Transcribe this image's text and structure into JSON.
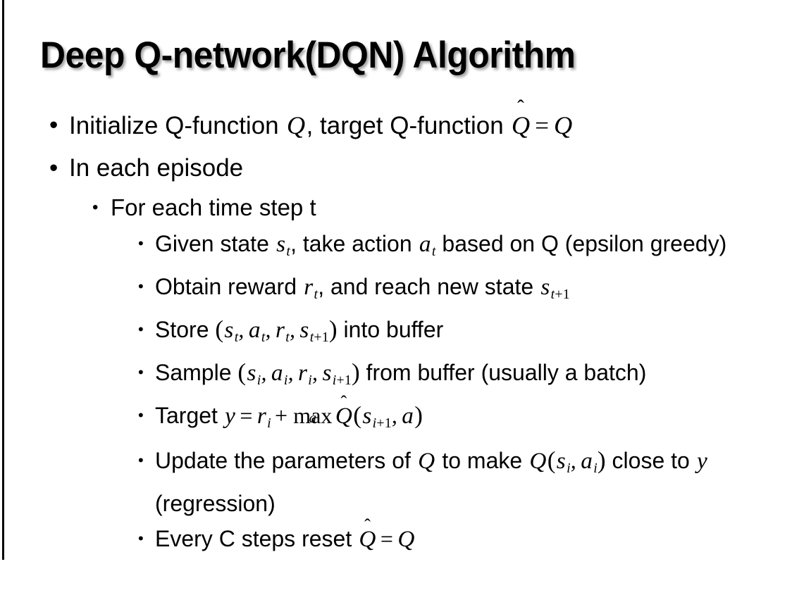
{
  "slide": {
    "title": "Deep Q-network(DQN) Algorithm",
    "background_color": "#ffffff",
    "text_color": "#000000",
    "accent_rule_color": "#000000",
    "bullet_glyph": "•"
  },
  "content": {
    "l1_initialize": {
      "pre": "Initialize Q-function ",
      "var_q1": "Q",
      "mid": ", target Q-function ",
      "hat_glyph": "̂",
      "var_qhat": "Q",
      "equals": "=",
      "var_q2": "Q"
    },
    "l1_episode": "In each episode",
    "l2_timestep": "For each time step t",
    "l3_given": {
      "pre": "Given state ",
      "var_s": "s",
      "sub_s": "t",
      "mid": ", take action ",
      "var_a": "a",
      "sub_a": "t",
      "post": " based on Q (epsilon greedy)"
    },
    "l3_obtain": {
      "pre": "Obtain reward ",
      "var_r": "r",
      "sub_r": "t",
      "mid": ", and reach new state ",
      "var_s": "s",
      "sub_s_i": "t",
      "sub_s_plus": "+1"
    },
    "l3_store": {
      "pre": "Store ",
      "open": "(",
      "var_s": "s",
      "sub_s": "t",
      "var_a": "a",
      "sub_a": "t",
      "var_r": "r",
      "sub_r": "t",
      "var_s2": "s",
      "sub_s2_i": "t",
      "sub_s2_plus": "+1",
      "close": ")",
      "post": " into buffer"
    },
    "l3_sample": {
      "pre": "Sample ",
      "open": "(",
      "var_s": "s",
      "sub_s": "i",
      "var_a": "a",
      "sub_a": "i",
      "var_r": "r",
      "sub_r": "i",
      "var_s2": "s",
      "sub_s2_i": "i",
      "sub_s2_plus": "+1",
      "close": ")",
      "post": " from buffer (usually a batch)"
    },
    "l3_target": {
      "pre": "Target ",
      "var_y": "y",
      "equals": "=",
      "var_r": "r",
      "sub_r": "i",
      "plus": "+",
      "op_max": "max",
      "op_limit": "a",
      "hat_glyph": "̂",
      "var_qhat": "Q",
      "open": "(",
      "var_s": "s",
      "sub_s_i": "i",
      "sub_s_plus": "+1",
      "comma": ",",
      "var_a": "a",
      "close": ")"
    },
    "l3_update": {
      "pre": "Update the parameters of ",
      "var_q1": "Q",
      "mid": " to make ",
      "var_q2": "Q",
      "open": "(",
      "var_s": "s",
      "sub_s": "i",
      "comma": ",",
      "var_a": "a",
      "sub_a": "i",
      "close": ")",
      "post": " close to ",
      "var_y": "y",
      "tail": " (regression)"
    },
    "l3_reset": {
      "pre": "Every C steps reset ",
      "hat_glyph": "̂",
      "var_qhat": "Q",
      "equals": "=",
      "var_q": "Q"
    }
  }
}
